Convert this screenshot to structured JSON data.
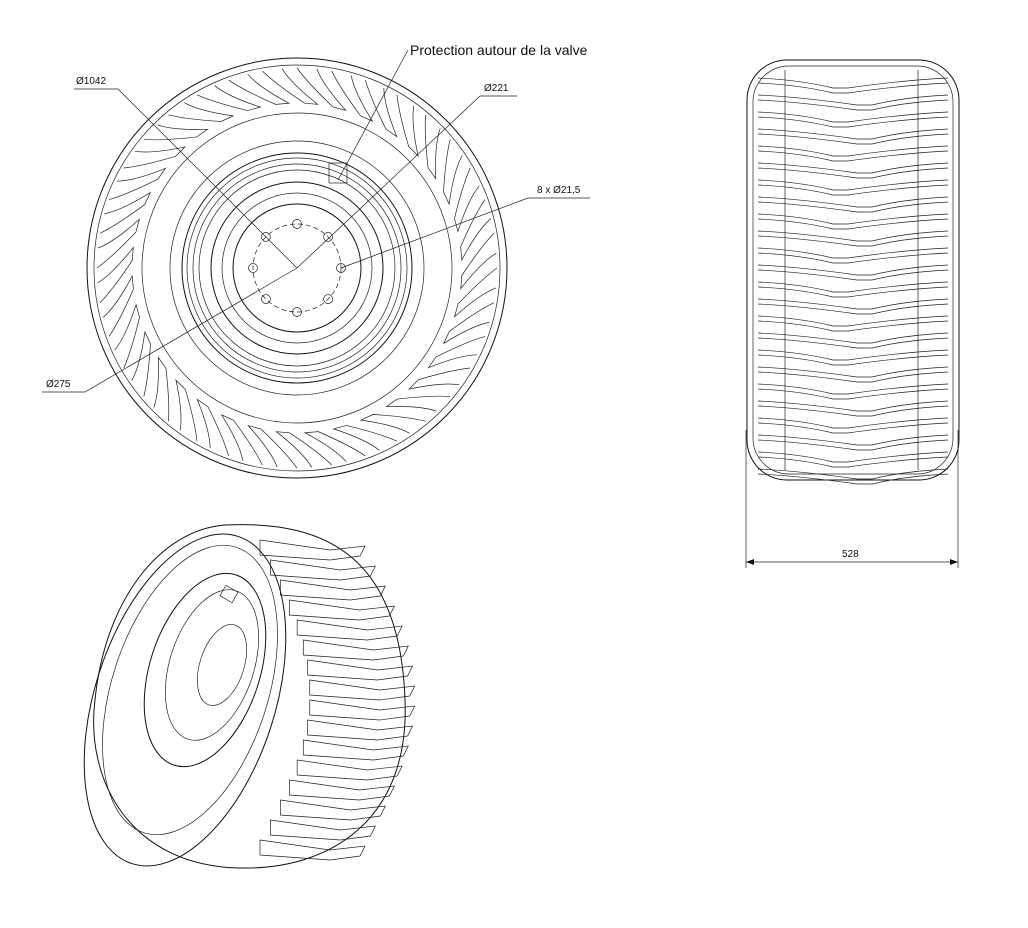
{
  "annotations": {
    "valve_note": "Protection autour de la valve",
    "outer_diameter": "Ø1042",
    "hub_diameter": "Ø221",
    "bolt_holes": "8 x Ø21,5",
    "bolt_circle_diameter": "Ø275",
    "width": "528"
  },
  "bolt_hole_count": 8
}
